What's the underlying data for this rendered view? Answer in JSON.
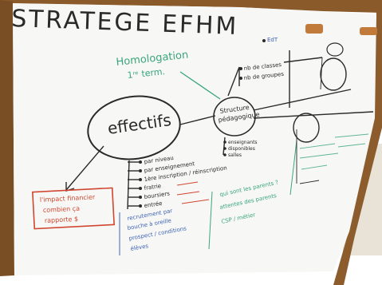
{
  "board": {
    "title": "STRATEGE EFHM",
    "center_node": "effectifs",
    "pedagogy_node": [
      "Structure",
      "pédagogique"
    ],
    "homologation_note": [
      "Homologation",
      "1ʳᵉ term."
    ],
    "finance_note": [
      "l'impact financier",
      "combien ça",
      "rapporte $"
    ],
    "pedagogy_branches": [
      "nb de classes",
      "nb de groupes",
      "EdT"
    ],
    "bottom_branches": [
      "enseignants",
      "disponibles",
      "salles"
    ],
    "effectifs_branches": [
      "par niveau",
      "par enseignement",
      "1ère inscription / réinscription",
      "fratrie",
      "boursiers",
      "entrée"
    ],
    "blue_notes": [
      "recrutement par",
      "bouche à oreille",
      "prospect / conditions",
      "élèves"
    ],
    "green_notes": [
      "qui sont les parents ?",
      "attentes des parents",
      "CSP / métier"
    ]
  },
  "colors": {
    "board": "#f7f8f5",
    "frame": "#8a5a2b",
    "marker_black": "#2a2a2a",
    "marker_green": "#3aa57a",
    "marker_red": "#d0452f",
    "marker_blue": "#3f63b8"
  }
}
